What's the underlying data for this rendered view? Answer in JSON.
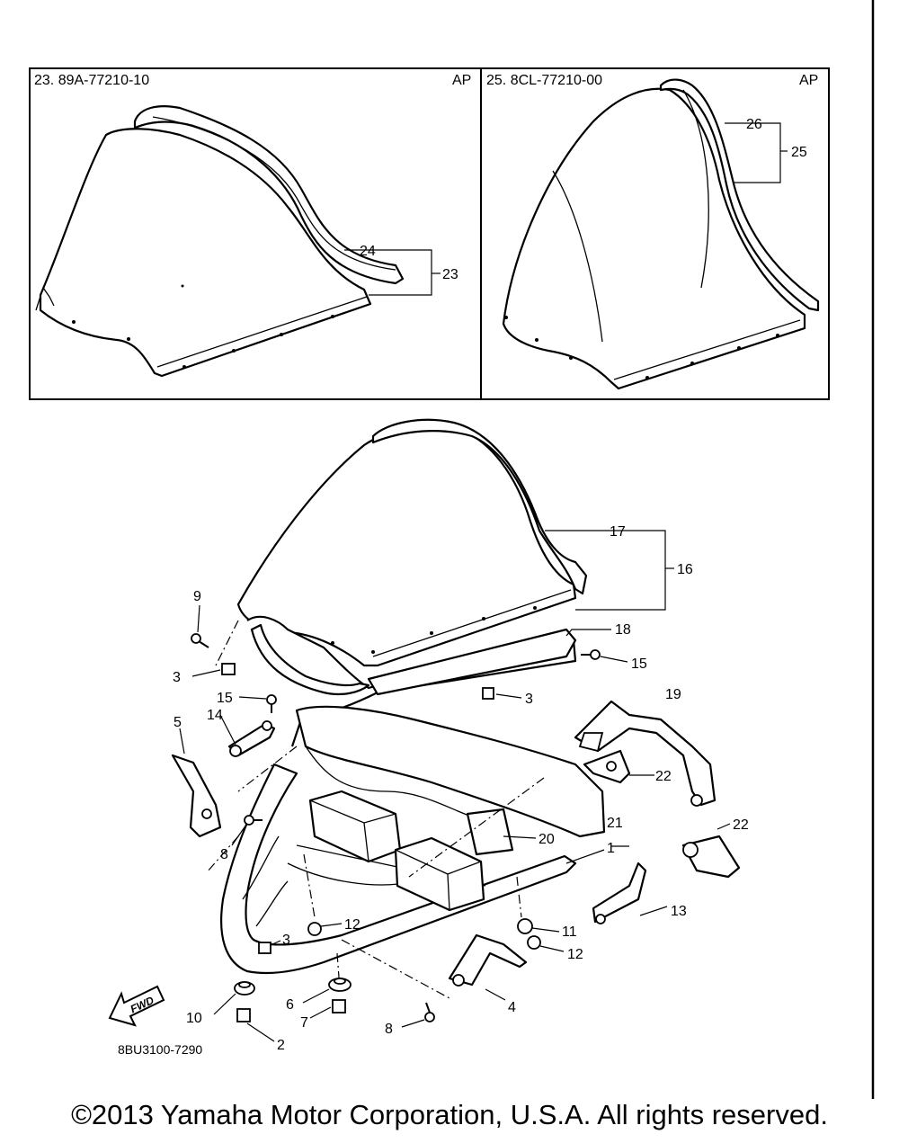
{
  "insets": [
    {
      "part_label": "23. 89A-77210-10",
      "region": "AP"
    },
    {
      "part_label": "25. 8CL-77210-00",
      "region": "AP"
    }
  ],
  "callouts": {
    "n1": "1",
    "n2": "2",
    "n3a": "3",
    "n3b": "3",
    "n3c": "3",
    "n4": "4",
    "n5": "5",
    "n6": "6",
    "n7": "7",
    "n8a": "8",
    "n8b": "8",
    "n9": "9",
    "n10": "10",
    "n11": "11",
    "n12a": "12",
    "n12b": "12",
    "n13": "13",
    "n14": "14",
    "n15a": "15",
    "n15b": "15",
    "n16": "16",
    "n17": "17",
    "n18": "18",
    "n19": "19",
    "n20": "20",
    "n21": "21",
    "n22a": "22",
    "n22b": "22",
    "n23": "23",
    "n24": "24",
    "n25": "25",
    "n26": "26"
  },
  "fwd_label": "FWD",
  "diagram_code": "8BU3100-7290",
  "copyright": "©2013 Yamaha Motor Corporation, U.S.A. All rights reserved."
}
